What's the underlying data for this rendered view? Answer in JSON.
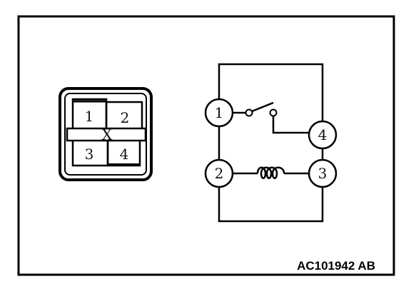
{
  "figure_code": "AC101942 AB",
  "connector": {
    "marker": "X",
    "pins": [
      "1",
      "2",
      "3",
      "4"
    ]
  },
  "schematic": {
    "terminals": [
      "1",
      "2",
      "3",
      "4"
    ],
    "symbols": [
      "switch",
      "coil"
    ]
  }
}
